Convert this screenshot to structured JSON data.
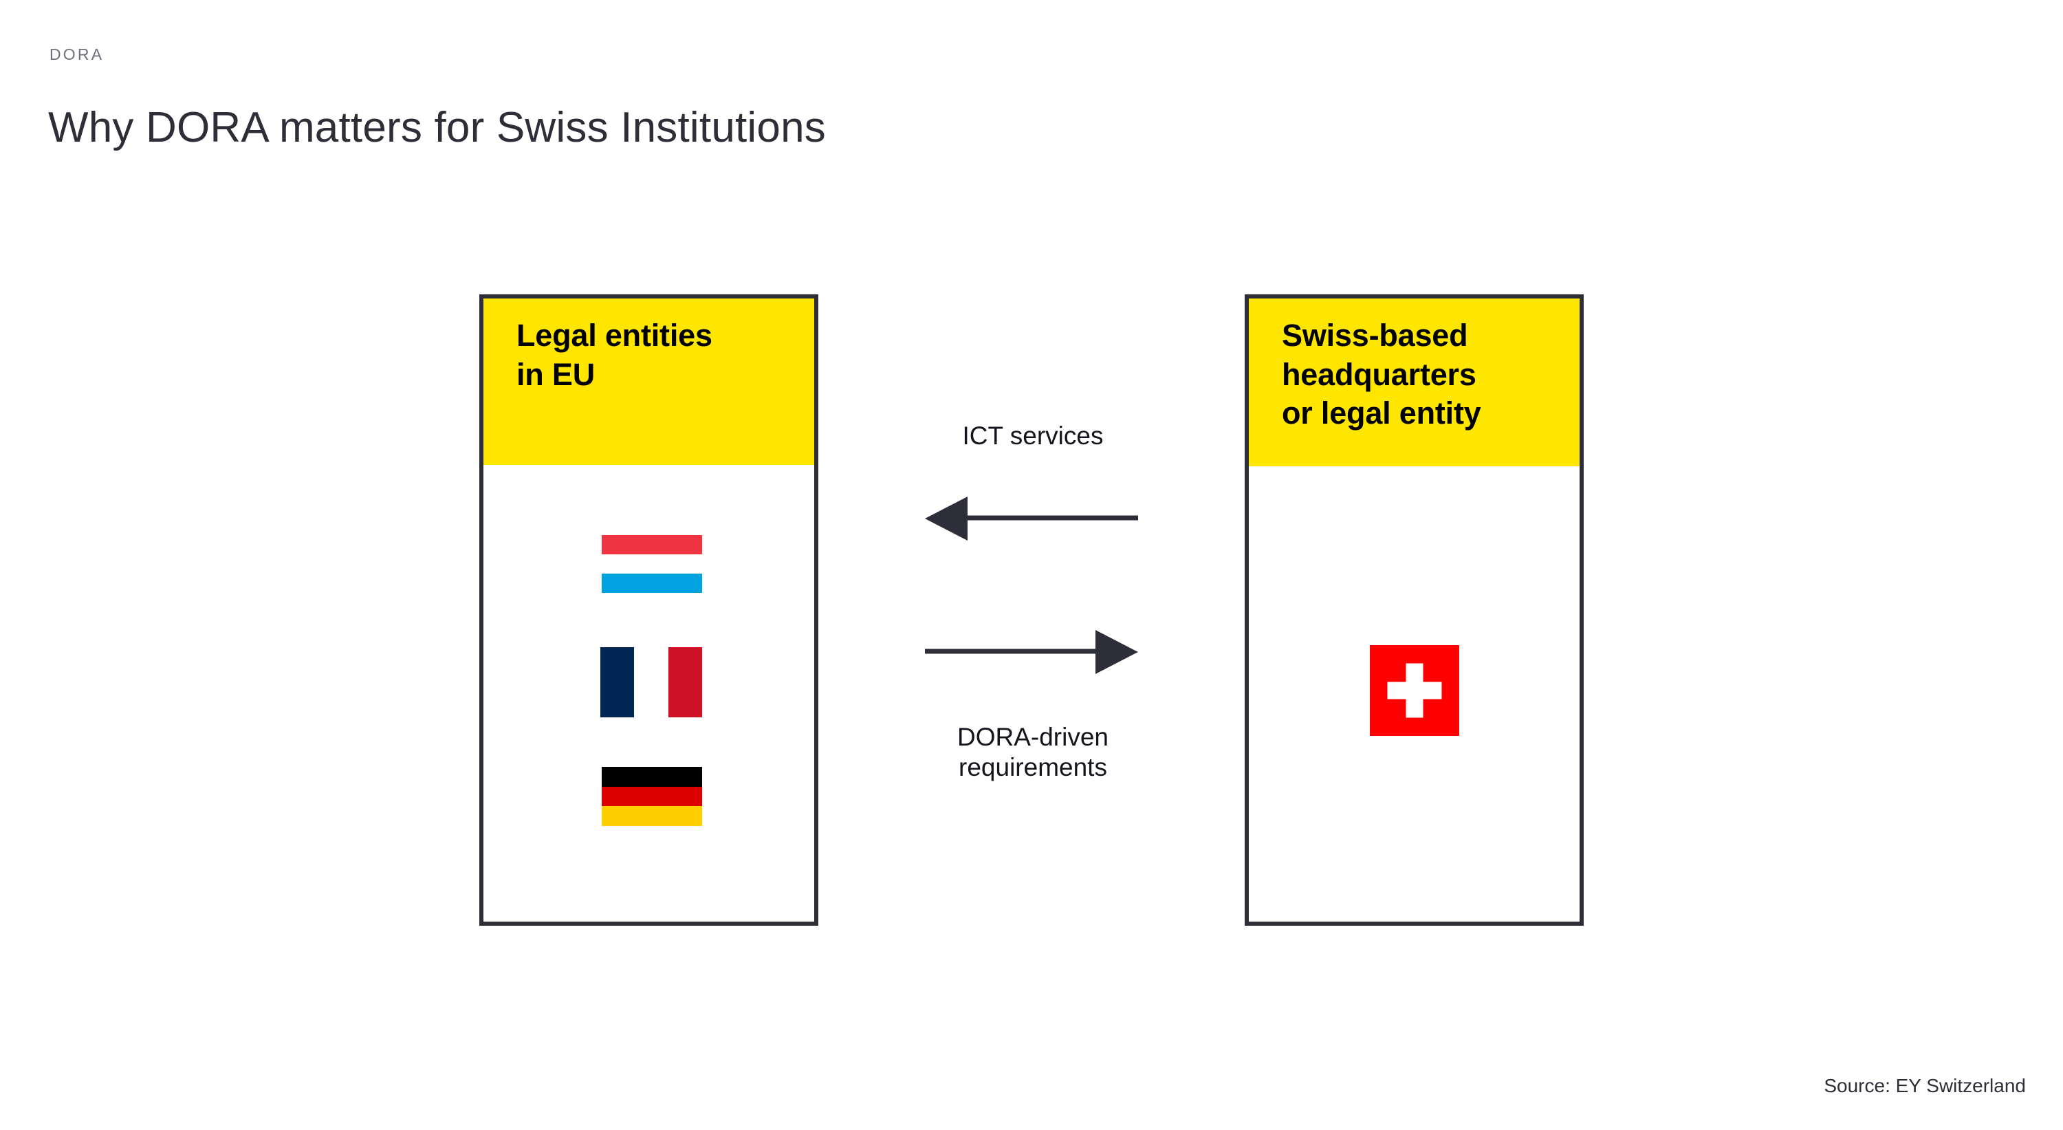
{
  "header": {
    "eyebrow": "DORA",
    "title": "Why DORA matters for Swiss Institutions"
  },
  "diagram": {
    "left_box": {
      "title": "Legal entities\nin EU",
      "flags": [
        {
          "name": "luxembourg",
          "bands": [
            "#ef3340",
            "#ffffff",
            "#00a3e0"
          ],
          "orientation": "horizontal"
        },
        {
          "name": "france",
          "bands": [
            "#002654",
            "#ffffff",
            "#ce1126"
          ],
          "orientation": "vertical"
        },
        {
          "name": "germany",
          "bands": [
            "#000000",
            "#dd0000",
            "#ffce00"
          ],
          "orientation": "horizontal"
        }
      ]
    },
    "right_box": {
      "title": "Swiss-based\nheadquarters\nor legal entity",
      "flags": [
        {
          "name": "switzerland",
          "bands": [
            "#ff0000",
            "#ffffff"
          ],
          "orientation": "cross"
        }
      ]
    },
    "flows": [
      {
        "label": "ICT services",
        "direction": "left"
      },
      {
        "label": "DORA-driven\nrequirements",
        "direction": "right"
      }
    ]
  },
  "footer": {
    "source": "Source: EY Switzerland"
  },
  "colors": {
    "accent_yellow": "#ffe600",
    "dark": "#2e2e38",
    "eyebrow_gray": "#6e6e7e",
    "background": "#ffffff"
  }
}
